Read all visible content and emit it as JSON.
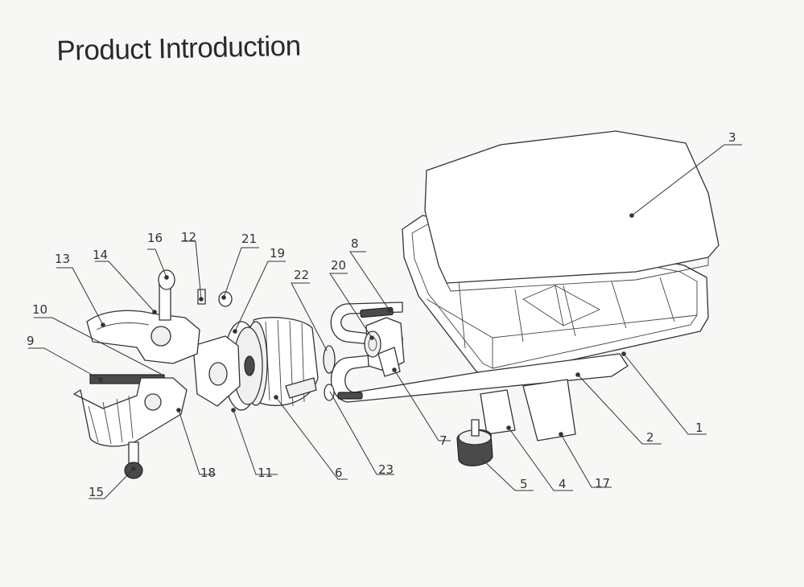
{
  "title": "Product Introduction",
  "callouts": [
    "1",
    "2",
    "3",
    "4",
    "5",
    "6",
    "7",
    "8",
    "9",
    "10",
    "11",
    "12",
    "13",
    "14",
    "15",
    "16",
    "17",
    "18",
    "19",
    "20",
    "21",
    "22",
    "23"
  ]
}
